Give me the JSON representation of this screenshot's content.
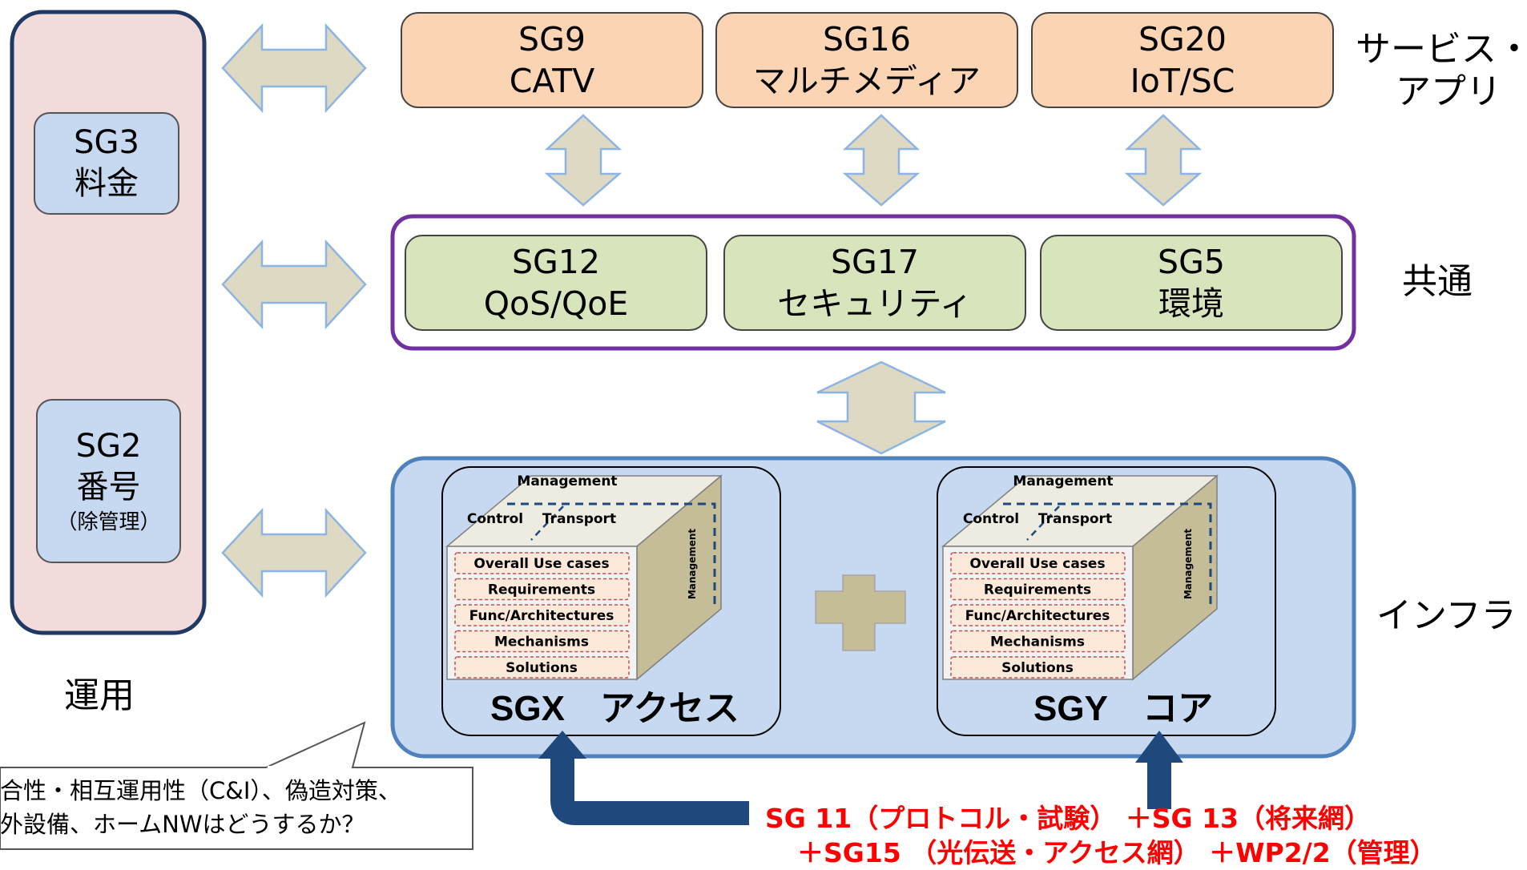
{
  "left_panel": {
    "sg3": {
      "line1": "SG3",
      "line2": "料金"
    },
    "sg2": {
      "line1": "SG2",
      "line2": "番号",
      "note": "（除管理）"
    },
    "caption": "運用"
  },
  "top_row": [
    {
      "line1": "SG9",
      "line2": "CATV"
    },
    {
      "line1": "SG16",
      "line2": "マルチメディア"
    },
    {
      "line1": "SG20",
      "line2": "IoT/SC"
    }
  ],
  "mid_row": [
    {
      "line1": "SG12",
      "line2": "QoS/QoE"
    },
    {
      "line1": "SG17",
      "line2": "セキュリティ"
    },
    {
      "line1": "SG5",
      "line2": "環境"
    }
  ],
  "layer_labels": {
    "services_line1": "サービス・",
    "services_line2": "アプリ",
    "common": "共通",
    "infra": "インフラ"
  },
  "cube_labels": {
    "management_top": "Management",
    "control": "Control",
    "transport": "Transport",
    "management_side": "Management",
    "layers": [
      "Overall Use cases",
      "Requirements",
      "Func/Architectures",
      "Mechanisms",
      "Solutions"
    ]
  },
  "cubes": [
    {
      "title": "SGX　アクセス"
    },
    {
      "title": "SGY　コア"
    }
  ],
  "callout": {
    "line1": "合性・相互運用性（C&I）、偽造対策、",
    "line2": "外設備、ホームNWはどうするか？"
  },
  "footer_red": {
    "line1": "SG 11（プロトコル・試験） ＋SG 13（将来網）",
    "line2": "＋SG15 （光伝送・アクセス網） ＋WP2/2（管理）"
  },
  "colors": {
    "arrow_fill": "#ddd9c3",
    "arrow_stroke": "#8eb4e3",
    "top_box": "#fbd4b4",
    "mid_box": "#d7e4bc",
    "left_box": "#c6d9f1",
    "ops_panel": "#f2dcdb",
    "infra_panel": "#c6d9f1",
    "common_border": "#7030a0",
    "navy_arrow": "#1f497d",
    "red_text": "#ff0000"
  }
}
